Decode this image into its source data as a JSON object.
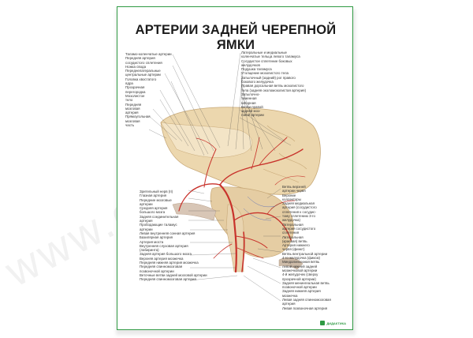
{
  "title": "АРТЕРИИ ЗАДНЕЙ ЧЕРЕПНОЙ ЯМКИ",
  "brand": "ДИДАКТИКА",
  "watermark": "www.delmed.ru",
  "labels_left_top": [
    "Таламо-коленчатые артерии",
    "Передняя артерия",
    "сосудистого сплетения",
    "Ножка свода",
    "Переднелатеральные",
    "центральные артерии",
    "Головка хвостатого",
    "ядра",
    "Прозрачная",
    "перегородка",
    "Мозолистое",
    "тело",
    "Передняя",
    "мозговая",
    "артерия",
    "Прямоугольная",
    "мозговая",
    "часть"
  ],
  "labels_right_top": [
    "Латеральные и медиальные",
    "коленчатые тельца левого таламуса",
    "Сосудистое сплетение боковых",
    "желудочков",
    "Подушка таламуса",
    "Утолщение мозолистого тела",
    "Затылочный (задний) рог правого",
    "бокового желудочка",
    "Правая дорсальная ветвь мозолистого",
    "тела (задняя околомозолистая артерия)",
    "Затылочно-",
    "теменная",
    "Шпорная",
    "Ветви правой",
    "задней моз-",
    "говой артерии"
  ],
  "labels_left_bot": [
    "Зрительный нерв (II)",
    "Глазная артерия",
    "Передние мозговые",
    "артерии",
    "Средняя артерия",
    "большого мозга",
    "Задняя соединительная",
    "артерия",
    "Прободающие таламус",
    "артерии",
    "Левая внутренняя сонная артерия",
    "Базилярная артерия",
    "Артерия моста",
    "Внутренняя слуховая артерия",
    "(лабиринта)",
    "Задняя артерия большого мозга",
    "Верхняя артерия мозжечка",
    "Передняя нижняя артерия мозжечка",
    "Передняя спинномозговая",
    "позвоночной артерии",
    "Веточные ветви задней мозговой артерии",
    "Передняя спинномозговая артерия"
  ],
  "labels_right_bot": [
    "Ветвь верхней",
    "артерии червя",
    "Верхние",
    "коллекторы",
    "Задняя медиальная",
    "артерия (сосудистого",
    "сплетения к сосудис-",
    "тому сплетению 3-го",
    "желудочка)",
    "Латеральная",
    "артерия сосудистого",
    "сплетения",
    "Латеральная",
    "(краевая) ветвь",
    "Артерия нижнего",
    "червя (финкт)",
    "Ветвь вентральной артерии",
    "4-го желудочка (фиксм)",
    "Миндалиноэзная ветвь",
    "левой нижней задней",
    "мозжечковой артерии",
    "4-й желудочек (сверху",
    "прозрачной артерии)",
    "Задняя менингеальная ветвь",
    "позвоночной артерии",
    "Задняя нижняя артерия",
    "мозжечка",
    "Левая задняя спинномозговая",
    "артерия",
    "Левая позвоночная артерия"
  ]
}
